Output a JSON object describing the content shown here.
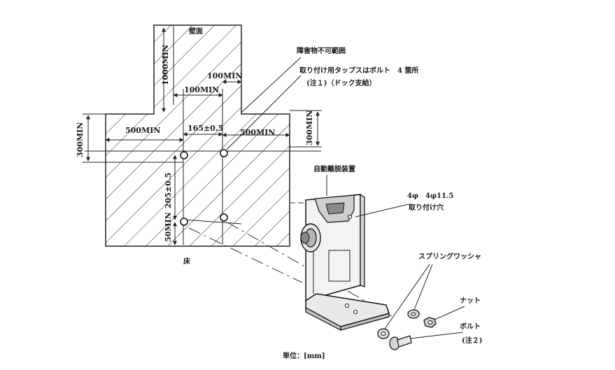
{
  "labels": {
    "wall_surface": "壁面",
    "no_obstacle_zone": "障害物不可範囲",
    "tap_note_line1": "取り付け用タップスはボルト　4 箇所",
    "tap_note_line2": "(注１)（ドック支給）",
    "floor": "床",
    "auto_release_device": "自動離脱装置",
    "hole_size": "4φ　4φ11.5",
    "mounting_holes": "取り付け穴",
    "spring_washer": "スプリングワッシャ",
    "nut": "ナット",
    "bolt": "ボルト",
    "note2": "(注２)",
    "unit": "単位：[mm]"
  },
  "dimensions": {
    "wall_height_min": "1000MIN",
    "side_clear_right": "100MIN",
    "side_clear_left": "100MIN",
    "left_clear": "500MIN",
    "right_clear": "500MIN",
    "hole_spacing_h": "165±0.5",
    "top_clear_left": "300MIN",
    "top_clear_right": "300MIN",
    "hole_spacing_v": "205±0.5",
    "bottom_clear": "50MIN"
  }
}
